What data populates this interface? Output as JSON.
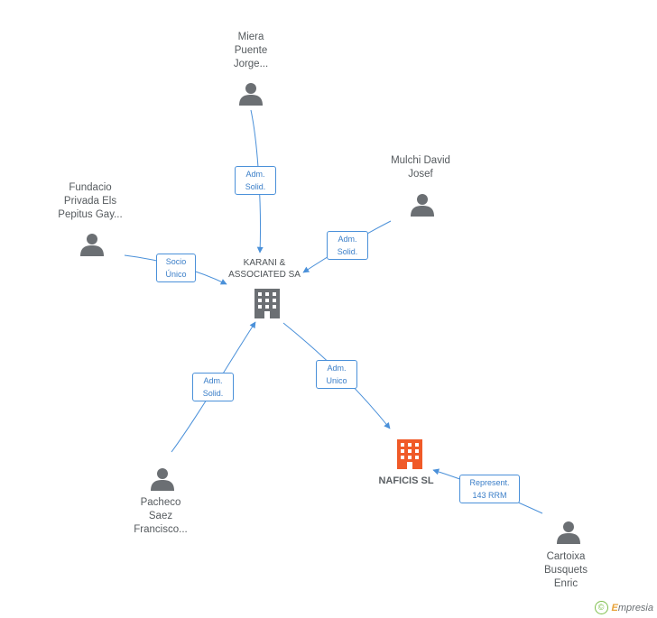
{
  "nodes": {
    "miera": {
      "lines": [
        "Miera",
        "Puente",
        "Jorge..."
      ]
    },
    "mulchi": {
      "lines": [
        "Mulchi David",
        "Josef"
      ]
    },
    "fundacio": {
      "lines": [
        "Fundacio",
        "Privada Els",
        "Pepitus Gay..."
      ]
    },
    "karani": {
      "lines": [
        "KARANI &",
        "ASSOCIATED SA"
      ]
    },
    "pacheco": {
      "lines": [
        "Pacheco",
        "Saez",
        "Francisco..."
      ]
    },
    "naficis": {
      "lines": [
        "NAFICIS SL"
      ]
    },
    "cartoixa": {
      "lines": [
        "Cartoixa",
        "Busquets",
        "Enric"
      ]
    }
  },
  "roles": {
    "miera_karani": [
      "Adm.",
      "Solid."
    ],
    "mulchi_karani": [
      "Adm.",
      "Solid."
    ],
    "fundacio_karani": [
      "Socio",
      "Único"
    ],
    "pacheco_karani": [
      "Adm.",
      "Solid."
    ],
    "karani_naficis": [
      "Adm.",
      "Unico"
    ],
    "cartoixa_naficis": [
      "Represent.",
      "143 RRM"
    ]
  },
  "watermark": {
    "copyright": "©",
    "brand_first": "E",
    "brand_rest": "mpresia"
  },
  "colors": {
    "edge": "#4a90d9",
    "person": "#6b6f73",
    "company": "#6b6f73",
    "main_company": "#f05a28"
  }
}
